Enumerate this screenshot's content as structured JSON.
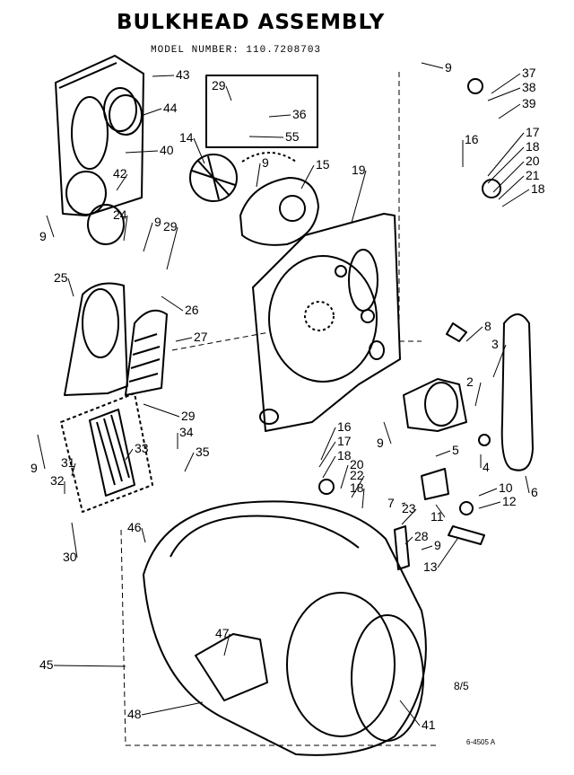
{
  "title": "BULKHEAD ASSEMBLY",
  "model_line": "MODEL NUMBER:  110.7208703",
  "page_code": "8/5",
  "ref_code": "6-4505 A",
  "callouts": [
    "43",
    "44",
    "40",
    "42",
    "9",
    "24",
    "9",
    "29",
    "25",
    "26",
    "27",
    "29",
    "34",
    "35",
    "33",
    "9",
    "31",
    "32",
    "30",
    "14",
    "9",
    "15",
    "19",
    "29",
    "36",
    "55",
    "9",
    "37",
    "38",
    "39",
    "16",
    "17",
    "18",
    "20",
    "21",
    "18",
    "8",
    "3",
    "2",
    "5",
    "4",
    "6",
    "9",
    "16",
    "17",
    "18",
    "20",
    "22",
    "18",
    "7",
    "10",
    "12",
    "11",
    "23",
    "28",
    "9",
    "13",
    "46",
    "47",
    "45",
    "48",
    "41"
  ]
}
